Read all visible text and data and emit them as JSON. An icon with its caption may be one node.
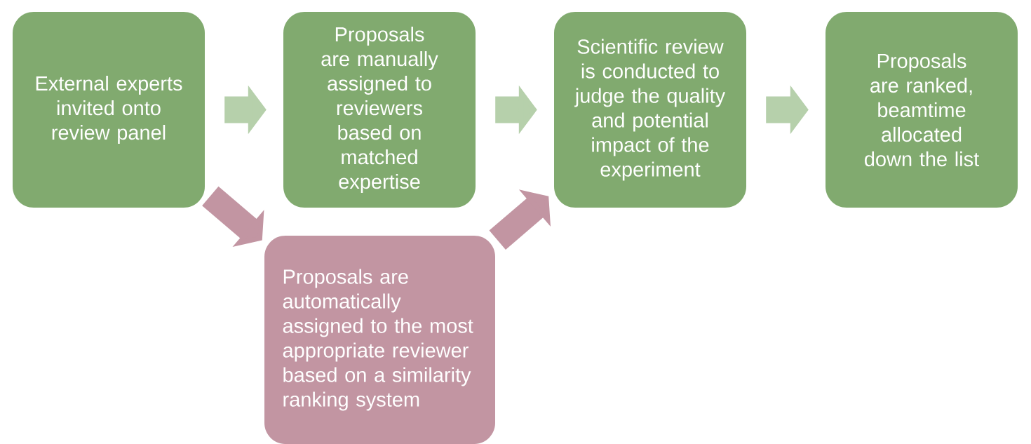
{
  "diagram": {
    "nodes": [
      {
        "text": [
          "External experts invited onto review panel"
        ]
      },
      {
        "text": [
          "Proposals are manually assigned to reviewers based on matched expertise"
        ]
      },
      {
        "text": [
          "Scientific review is conducted to judge the quality and potential impact of the experiment"
        ]
      },
      {
        "text": [
          "Proposals are ranked, beamtime allocated down the list"
        ]
      },
      {
        "text": [
          "Proposals are automatically assigned to the most appropriate reviewer based on a similarity ranking system"
        ]
      }
    ],
    "edges": [
      {
        "from": 0,
        "to": 1,
        "arrow": "to"
      },
      {
        "from": 1,
        "to": 2,
        "arrow": "to"
      },
      {
        "from": 2,
        "to": 3,
        "arrow": "to"
      },
      {
        "from": 0,
        "to": 4,
        "arrow": "to",
        "color": "#c295a2"
      },
      {
        "from": 4,
        "to": 2,
        "arrow": "to",
        "color": "#c295a2"
      }
    ]
  }
}
